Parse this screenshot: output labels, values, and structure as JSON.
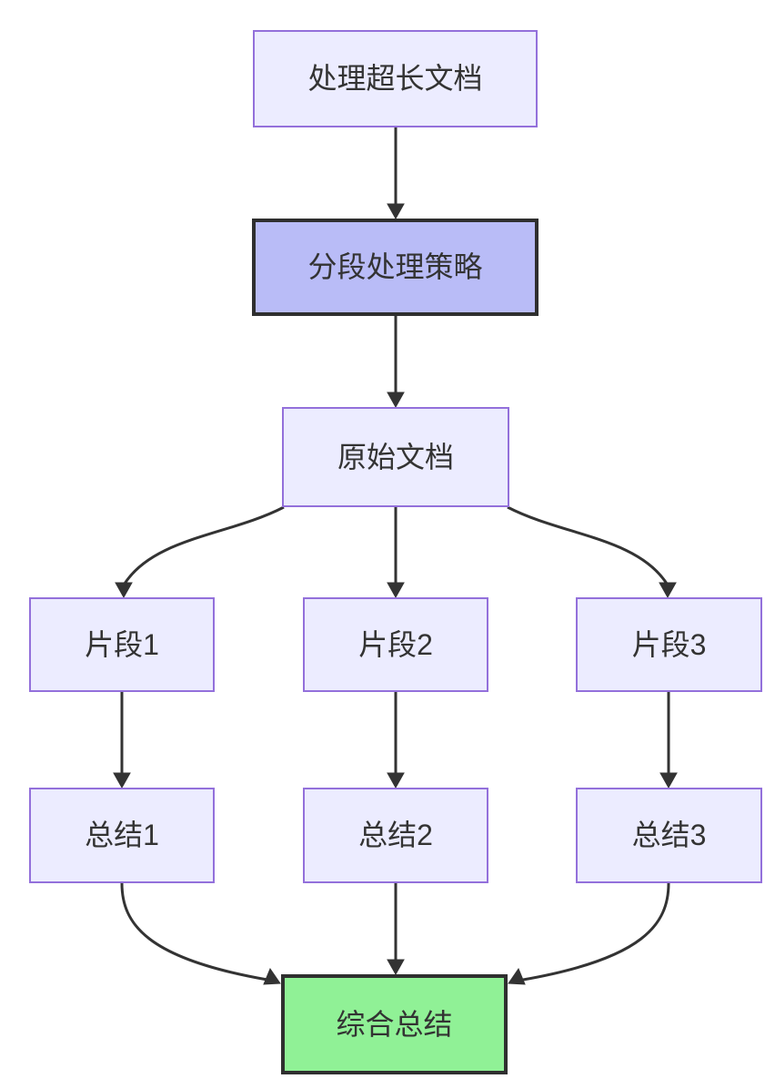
{
  "diagram": {
    "type": "flowchart",
    "direction": "top-down",
    "nodes": [
      {
        "id": "start",
        "label": "处理超长文档",
        "kind": "default"
      },
      {
        "id": "strategy",
        "label": "分段处理策略",
        "kind": "emphasis"
      },
      {
        "id": "doc",
        "label": "原始文档",
        "kind": "default"
      },
      {
        "id": "seg1",
        "label": "片段1",
        "kind": "default"
      },
      {
        "id": "seg2",
        "label": "片段2",
        "kind": "default"
      },
      {
        "id": "seg3",
        "label": "片段3",
        "kind": "default"
      },
      {
        "id": "sum1",
        "label": "总结1",
        "kind": "default"
      },
      {
        "id": "sum2",
        "label": "总结2",
        "kind": "default"
      },
      {
        "id": "sum3",
        "label": "总结3",
        "kind": "default"
      },
      {
        "id": "final",
        "label": "综合总结",
        "kind": "result"
      }
    ],
    "edges": [
      {
        "from": "处理超长文档",
        "to": "分段处理策略"
      },
      {
        "from": "分段处理策略",
        "to": "原始文档"
      },
      {
        "from": "原始文档",
        "to": "片段1"
      },
      {
        "from": "原始文档",
        "to": "片段2"
      },
      {
        "from": "原始文档",
        "to": "片段3"
      },
      {
        "from": "片段1",
        "to": "总结1"
      },
      {
        "from": "片段2",
        "to": "总结2"
      },
      {
        "from": "片段3",
        "to": "总结3"
      },
      {
        "from": "总结1",
        "to": "综合总结"
      },
      {
        "from": "总结2",
        "to": "综合总结"
      },
      {
        "from": "总结3",
        "to": "综合总结"
      }
    ],
    "colors": {
      "canvas_bg": "#ffffff",
      "node_fill": "#ececff",
      "node_border": "#9370db",
      "emphasis_fill": "#b9bcf7",
      "emphasis_border": "#2f2f2f",
      "result_fill": "#90f196",
      "result_border": "#2f2f2f",
      "edge_stroke": "#333333",
      "text": "#333333"
    }
  }
}
